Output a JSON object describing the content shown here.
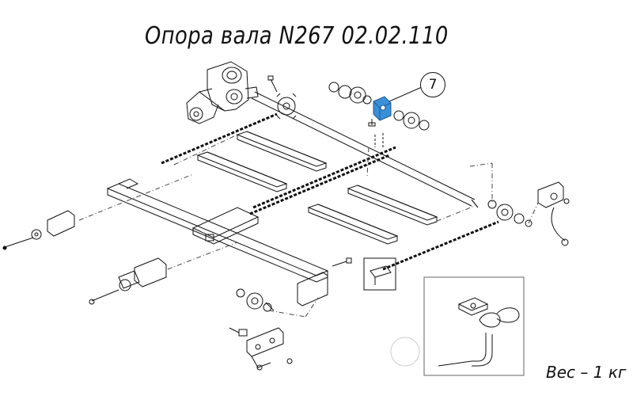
{
  "title": "Опора вала N267 02.02.110",
  "weight": "Вес – 1 кг",
  "callout": {
    "label": "7"
  },
  "colors": {
    "line": "#111111",
    "highlight": "#3a8fd6",
    "dash": "#444444"
  }
}
